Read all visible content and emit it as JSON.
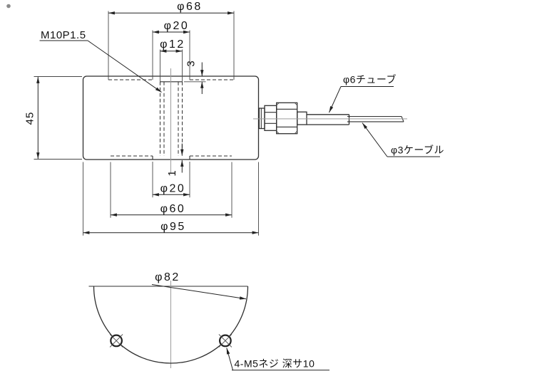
{
  "top_view": {
    "dims": {
      "dia68": "φ68",
      "dia20_top": "φ20",
      "dia12": "φ12",
      "depth3": "3",
      "height45": "45",
      "depth1": "1",
      "dia20_bottom": "φ20",
      "dia60": "φ60",
      "dia95": "φ95"
    },
    "labels": {
      "thread": "M10P1.5",
      "tube": "φ6チューブ",
      "cable": "φ3ケーブル"
    }
  },
  "bottom_view": {
    "dims": {
      "dia82": "φ82"
    },
    "labels": {
      "screws": "4-M5ネジ 深サ10"
    }
  },
  "colors": {
    "object_line": "#2f2f2f",
    "dimension_line": "#222222",
    "center_line": "#9c9c9c",
    "background": "#ffffff"
  }
}
